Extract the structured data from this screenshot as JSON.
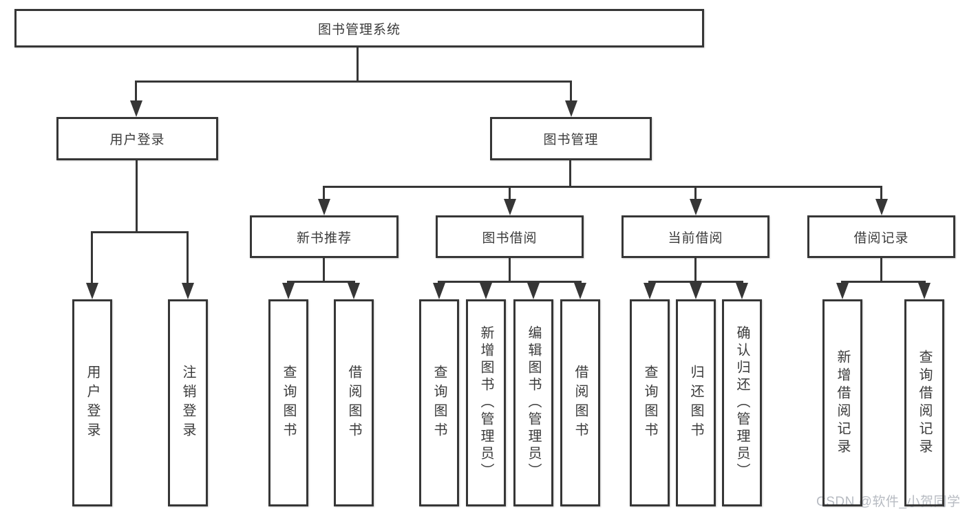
{
  "diagram": {
    "root": {
      "label": "图书管理系统"
    },
    "level2": [
      {
        "id": "user-login",
        "label": "用户登录"
      },
      {
        "id": "book-management",
        "label": "图书管理"
      }
    ],
    "level3": [
      {
        "id": "new-book-recommend",
        "label": "新书推荐",
        "parent": "图书管理"
      },
      {
        "id": "book-borrow",
        "label": "图书借阅",
        "parent": "图书管理"
      },
      {
        "id": "current-borrow",
        "label": "当前借阅",
        "parent": "图书管理"
      },
      {
        "id": "borrow-records",
        "label": "借阅记录",
        "parent": "图书管理"
      }
    ],
    "leaves": [
      {
        "label": "用户登录",
        "parent": "用户登录"
      },
      {
        "label": "注销登录",
        "parent": "用户登录"
      },
      {
        "label": "查询图书",
        "parent": "新书推荐"
      },
      {
        "label": "借阅图书",
        "parent": "新书推荐"
      },
      {
        "label": "查询图书",
        "parent": "图书借阅"
      },
      {
        "label": "新增图书（管理员）",
        "parent": "图书借阅"
      },
      {
        "label": "编辑图书（管理员）",
        "parent": "图书借阅"
      },
      {
        "label": "借阅图书",
        "parent": "图书借阅"
      },
      {
        "label": "查询图书",
        "parent": "当前借阅"
      },
      {
        "label": "归还图书",
        "parent": "当前借阅"
      },
      {
        "label": "确认归还（管理员）",
        "parent": "当前借阅"
      },
      {
        "label": "新增借阅记录",
        "parent": "借阅记录"
      },
      {
        "label": "查询借阅记录",
        "parent": "借阅记录"
      }
    ]
  },
  "watermark": {
    "text": "CSDN @软件_小贺同学"
  },
  "colors": {
    "line": "#363636",
    "text": "#3b3b3b",
    "background": "#ffffff",
    "watermark": "#b7bbc2"
  }
}
